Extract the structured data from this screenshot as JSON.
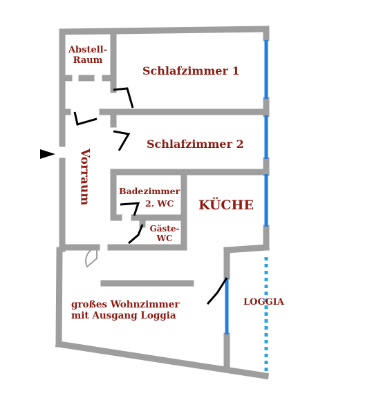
{
  "plan": {
    "rooms": {
      "storage": {
        "line1": "Abstell-",
        "line2": "Raum"
      },
      "bedroom1": "Schlafzimmer 1",
      "bedroom2": "Schlafzimmer 2",
      "hallway": "Vorraum",
      "bathroom": {
        "line1": "Badezimmer",
        "line2": "2. WC"
      },
      "guest_wc": {
        "line1": "Gäste-",
        "line2": "WC"
      },
      "kitchen": "KÜCHE",
      "loggia": "LOGGIA",
      "living": {
        "line1": "großes Wohnzimmer",
        "line2": "mit Ausgang Loggia"
      }
    },
    "colors": {
      "wall": "#9e9e9e",
      "window": "#1f7fe0",
      "label": "#8c1b12",
      "door": "#000000"
    },
    "icons": {
      "entrance": "entrance-arrow-icon"
    }
  }
}
